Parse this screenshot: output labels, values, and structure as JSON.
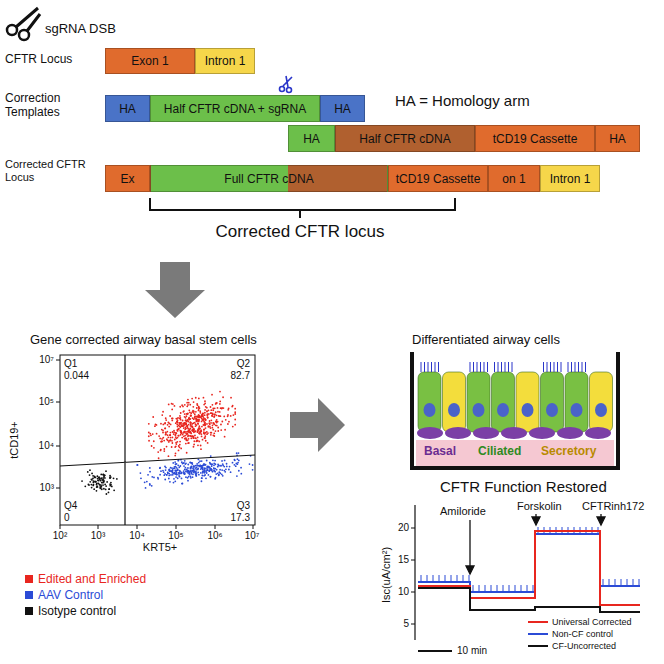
{
  "diagram": {
    "nodes": [
      {
        "text": [
          "Exon 1"
        ]
      },
      {
        "text": [
          "Intron 1"
        ]
      },
      {
        "text": [
          "HA"
        ]
      },
      {
        "text": [
          "Half CFTR cDNA + sgRNA"
        ]
      },
      {
        "text": [
          "HA"
        ]
      },
      {
        "text": [
          "HA"
        ]
      },
      {
        "text": [
          "Half CFTR cDNA"
        ]
      },
      {
        "text": [
          "tCD19 Cassette"
        ]
      },
      {
        "text": [
          "HA"
        ]
      },
      {
        "text": [
          "Ex"
        ]
      },
      {
        "text": [
          "Full CFTR cDNA"
        ]
      },
      {
        "text": [
          "tCD19 Cassette"
        ]
      },
      {
        "text": [
          "on 1"
        ]
      },
      {
        "text": [
          "Intron 1"
        ]
      }
    ],
    "labels": [
      "sgRNA DSB",
      "CFTR Locus",
      "Correction Templates",
      "HA = Homology arm",
      "Corrected CFTR Locus",
      "Corrected CFTR locus",
      "Gene corrected airway basal stem cells",
      "tCD19+",
      "KRT5+",
      "10⁷",
      "10⁵",
      "10⁴",
      "10³",
      "10²",
      "10³",
      "10⁴",
      "10⁵",
      "10⁶",
      "10⁷",
      "Q1",
      "0.044",
      "Q2",
      "82.7",
      "Q4",
      "0",
      "Q3",
      "17.3",
      "Differentiated airway cells",
      "Basal",
      "Ciliated",
      "Secretory",
      "CFTR Function Restored",
      "Amiloride",
      "Forskolin",
      "CFTRinh172",
      "Isc(uA/cm²)",
      "20",
      "15",
      "10",
      "5",
      "10 min"
    ],
    "legend": [
      {
        "text": "Edited and Enriched",
        "color": "#e8261f"
      },
      {
        "text": "AAV Control",
        "color": "#2b4bd6"
      },
      {
        "text": "Isotype control",
        "color": "#111111"
      },
      {
        "text": "Universal Corrected"
      },
      {
        "text": "Non-CF control"
      },
      {
        "text": "CF-Uncorrected"
      }
    ]
  }
}
